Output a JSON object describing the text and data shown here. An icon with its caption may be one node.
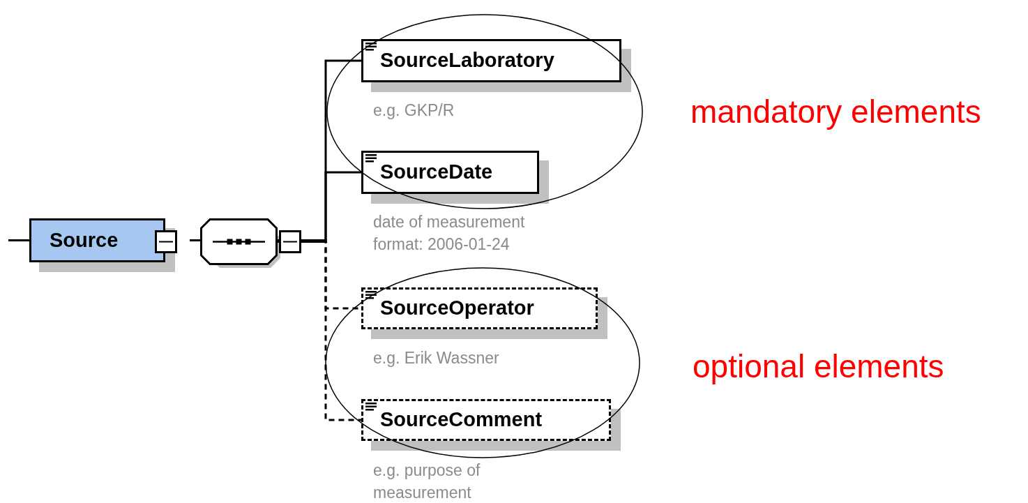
{
  "diagram": {
    "nodes": [
      {
        "text": [
          "Source"
        ]
      },
      {
        "text": [],
        "shape": "octagon"
      },
      {
        "text": [
          "SourceLaboratory"
        ],
        "beside": [
          "e.g. GKP/R"
        ]
      },
      {
        "text": [
          "SourceDate"
        ],
        "beside": [
          "date of measurement format: 2006-01-24"
        ]
      },
      {
        "text": [
          "SourceOperator"
        ],
        "beside": [
          "e.g. Erik Wassner"
        ]
      },
      {
        "text": [
          "SourceComment"
        ],
        "beside": [
          "e.g. purpose of measurement"
        ]
      }
    ],
    "edges": [
      {
        "from": null,
        "to": 0,
        "arrow": "none"
      },
      {
        "from": 0,
        "to": 1,
        "arrow": "none"
      },
      {
        "from": 1,
        "to": 2,
        "arrow": "none"
      },
      {
        "from": 1,
        "to": 3,
        "arrow": "none"
      },
      {
        "from": 1,
        "to": 4,
        "arrow": "none",
        "style": "dashed"
      },
      {
        "from": 1,
        "to": 5,
        "arrow": "none",
        "style": "dashed"
      }
    ],
    "labels": [
      "mandatory elements",
      "optional elements"
    ]
  }
}
